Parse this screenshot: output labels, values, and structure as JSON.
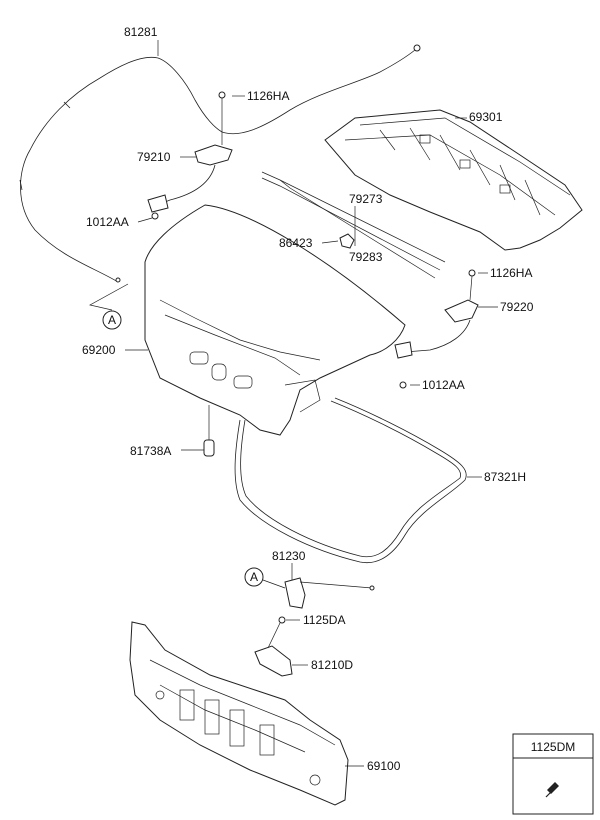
{
  "labels": {
    "p81281": "81281",
    "p1126HA_top": "1126HA",
    "p79210": "79210",
    "p69301": "69301",
    "p1012AA_left": "1012AA",
    "p79273": "79273",
    "p86423": "86423",
    "p79283": "79283",
    "p1126HA_right": "1126HA",
    "p79220": "79220",
    "p69200": "69200",
    "p1012AA_right": "1012AA",
    "p81738A": "81738A",
    "p87321H": "87321H",
    "p81230": "81230",
    "p1125DA": "1125DA",
    "p81210D": "81210D",
    "p69100": "69100",
    "callout_A1": "A",
    "callout_A2": "A"
  },
  "legend_box": {
    "part": "1125DM"
  }
}
